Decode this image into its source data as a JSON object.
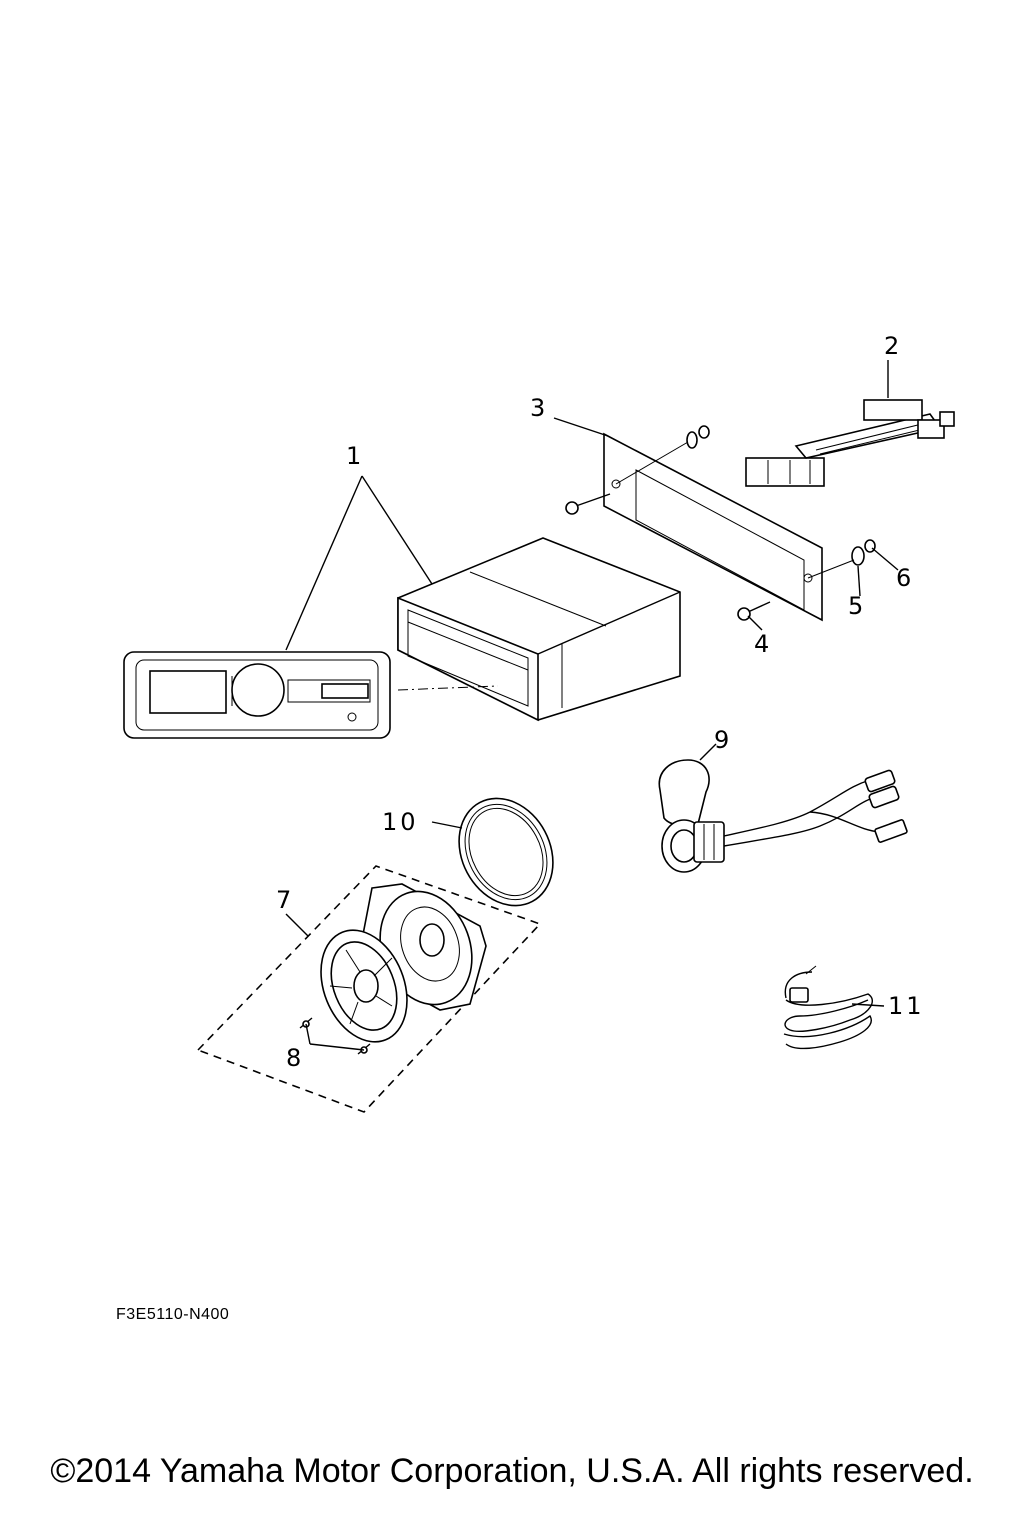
{
  "diagram": {
    "callouts": [
      "1",
      "2",
      "3",
      "4",
      "5",
      "6",
      "7",
      "8",
      "9",
      "10",
      "11"
    ],
    "drawing_code": "F3E5110-N400",
    "copyright": "©2014 Yamaha Motor Corporation, U.S.A. All rights reserved."
  }
}
